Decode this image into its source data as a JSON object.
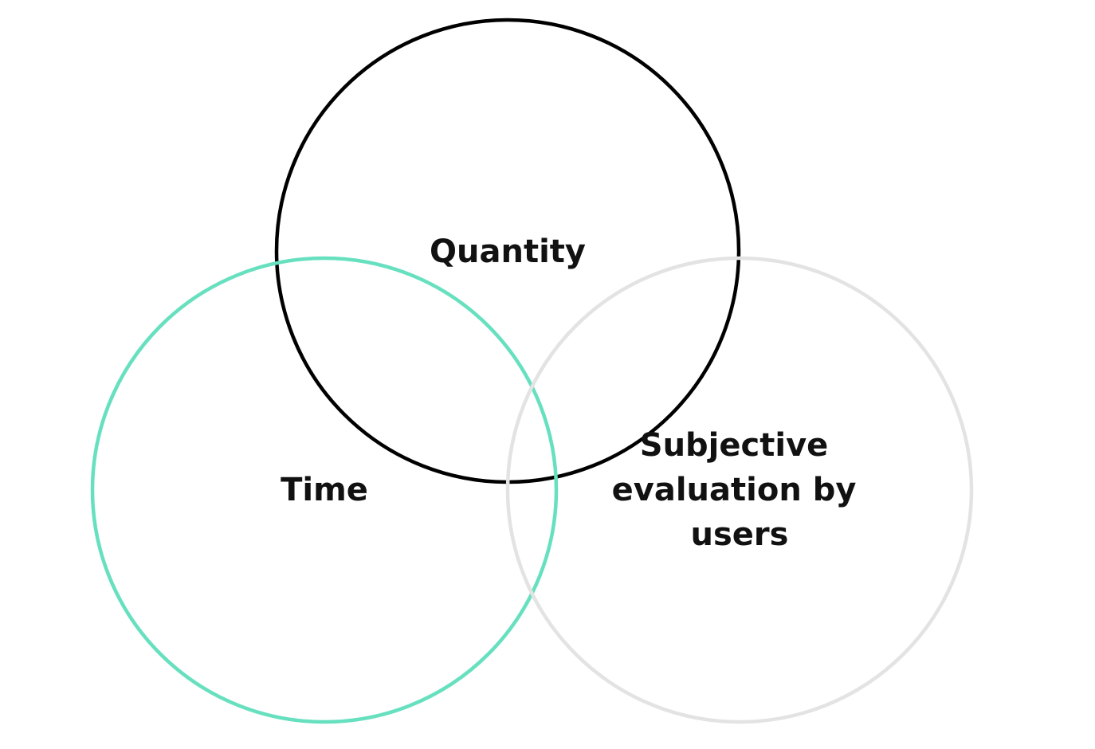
{
  "venn": {
    "sets": [
      {
        "key": "quantity",
        "label_lines": [
          "Quantity"
        ],
        "color": "#000000"
      },
      {
        "key": "time",
        "label_lines": [
          "Time"
        ],
        "color": "#66E0BF"
      },
      {
        "key": "subjective",
        "label_lines": [
          "Subjective",
          "evaluation by",
          "users"
        ],
        "color": "#E3E3E3"
      }
    ],
    "label_color": "#111111",
    "background": "#FFFFFF"
  }
}
